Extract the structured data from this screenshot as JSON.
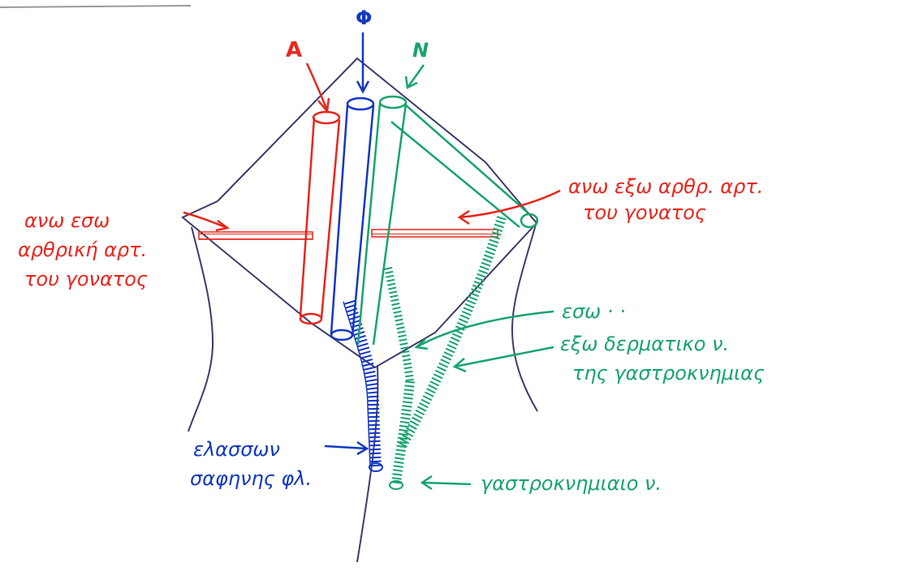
{
  "colors": {
    "artery": "#e8261c",
    "vein": "#1237c4",
    "nerve": "#17a46e",
    "outline": "#3f3a6a",
    "background": "#ffffff"
  },
  "letters": {
    "artery": "Α",
    "vein": "Φ",
    "nerve": "Ν"
  },
  "labels": {
    "upper_medial_line1": "ανω εσω",
    "upper_medial_line2": "αρθρική αρτ.",
    "upper_medial_line3": "του γονατος",
    "upper_lateral_line1": "ανω εξω αρθρ. αρτ.",
    "upper_lateral_line2": "του γονατος",
    "medial_cutaneous": "εσω   ·   ·",
    "lateral_cutaneous_line1": "εξω δερματικο ν.",
    "lateral_cutaneous_line2": "της γαστροκνημιας",
    "small_saphenous_line1": "ελασσων",
    "small_saphenous_line2": "σαφηνης φλ.",
    "gastrocnemius_nerve": "γαστροκνημιαιο ν."
  }
}
